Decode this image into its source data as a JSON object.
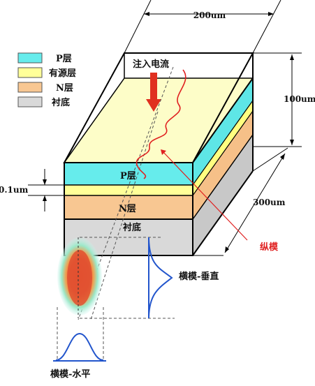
{
  "legend": [
    {
      "label": "P层",
      "color": "#66ecec"
    },
    {
      "label": "有源层",
      "color": "#ffff99"
    },
    {
      "label": "N层",
      "color": "#f8c792"
    },
    {
      "label": "衬底",
      "color": "#d9d9d9"
    }
  ],
  "dimensions": {
    "width": "200um",
    "height": "100um",
    "depth": "300um",
    "active_thickness": "0.1um"
  },
  "labels": {
    "current_injection": "注入电流",
    "p_layer": "P层",
    "n_layer": "N层",
    "substrate": "衬底",
    "longitudinal_mode": "纵模",
    "transverse_vertical": "横模-垂直",
    "transverse_horizontal": "横模-水平"
  },
  "colors": {
    "p_layer": "#66ecec",
    "active_layer": "#ffff99",
    "n_layer": "#f8c792",
    "substrate": "#d9d9d9",
    "arrow_red": "#e03020",
    "wave_red": "#e02020",
    "mode_blue": "#2255cc"
  }
}
